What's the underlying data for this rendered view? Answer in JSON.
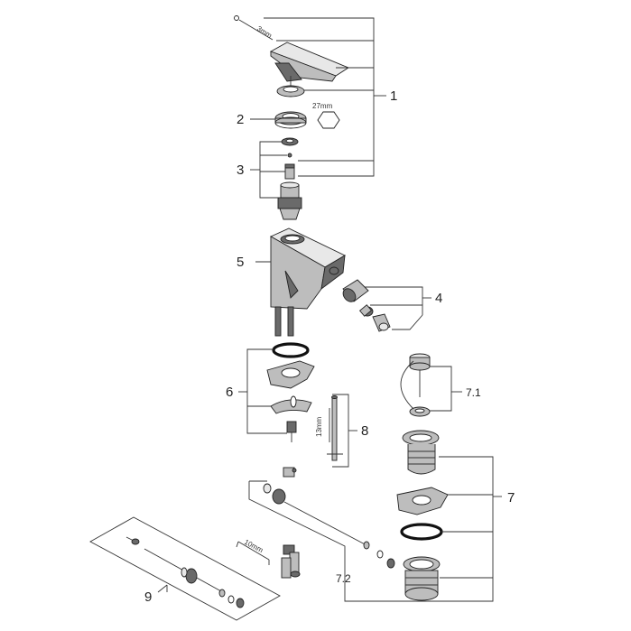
{
  "labels": {
    "l1": "1",
    "l2": "2",
    "l3": "3",
    "l4": "4",
    "l5": "5",
    "l6": "6",
    "l7": "7",
    "l7_1": "7.1",
    "l7_2": "7.2",
    "l8": "8",
    "l9": "9"
  },
  "dimensions": {
    "hex_key": "3mm",
    "nut_size": "27mm",
    "stud": "13mm",
    "rod": "10mm"
  },
  "colors": {
    "stroke": "#222222",
    "part_fill": "#bdbdbd",
    "dark_fill": "#6a6a6a"
  }
}
